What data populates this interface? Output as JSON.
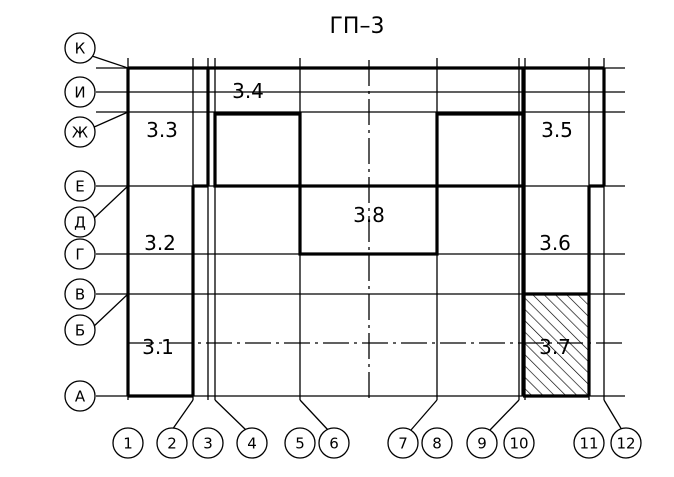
{
  "title": "ГП–3",
  "rows": [
    "К",
    "И",
    "Ж",
    "Е",
    "Д",
    "Г",
    "В",
    "Б",
    "А"
  ],
  "columns": [
    "1",
    "2",
    "3",
    "4",
    "5",
    "6",
    "7",
    "8",
    "9",
    "10",
    "11",
    "12"
  ],
  "rooms": [
    "3.1",
    "3.2",
    "3.3",
    "3.4",
    "3.5",
    "3.6",
    "3.7",
    "3.8"
  ],
  "hatched_room": "3.7",
  "colors": {
    "line": "#000000",
    "background": "#ffffff"
  }
}
